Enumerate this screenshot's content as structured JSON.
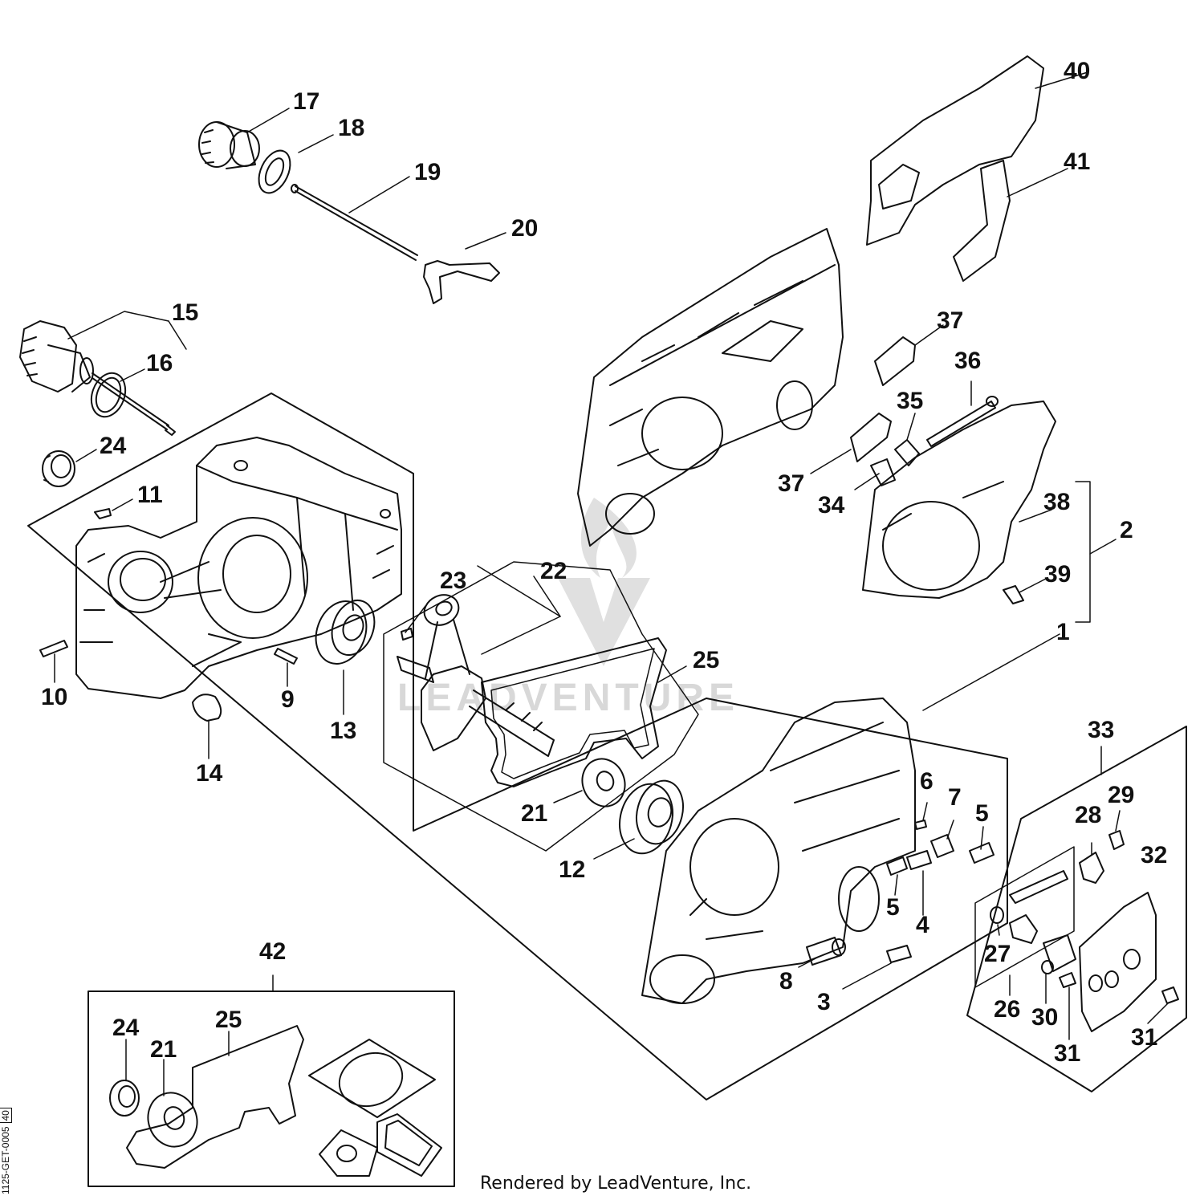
{
  "diagram": {
    "footer": "Rendered by LeadVenture, Inc.",
    "doc_id": "1125-GET-0005",
    "doc_rev": "40",
    "watermark": "LEADVENTURE",
    "callouts": [
      "1",
      "2",
      "3",
      "4",
      "5",
      "5",
      "6",
      "7",
      "8",
      "9",
      "10",
      "11",
      "12",
      "13",
      "14",
      "15",
      "16",
      "17",
      "18",
      "19",
      "20",
      "21",
      "21",
      "22",
      "23",
      "24",
      "24",
      "25",
      "25",
      "26",
      "27",
      "28",
      "29",
      "30",
      "31",
      "31",
      "32",
      "33",
      "34",
      "35",
      "36",
      "37",
      "37",
      "38",
      "39",
      "40",
      "41",
      "42"
    ]
  },
  "colors": {
    "line": "#111111",
    "background": "#ffffff",
    "watermark": "#d8d8d8"
  },
  "icons": [
    "crankcase-half-icon",
    "crankshaft-icon",
    "bearing-icon",
    "oil-pump-icon",
    "chain-tensioner-icon",
    "gasket-set-icon"
  ]
}
